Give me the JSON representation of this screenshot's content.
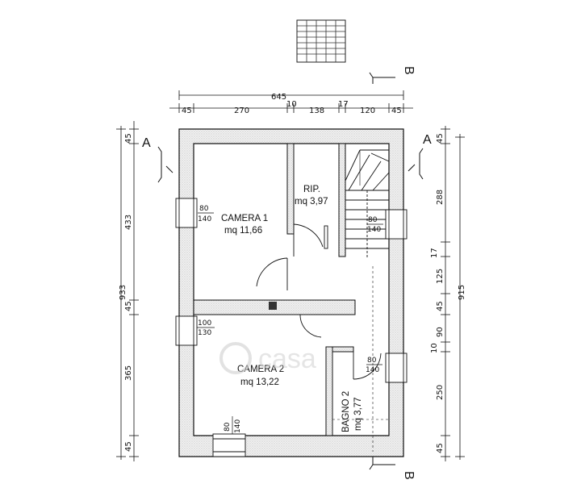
{
  "rooms": {
    "camera1": {
      "name": "CAMERA 1",
      "area": "mq 11,66"
    },
    "rip": {
      "name": "RIP.",
      "area": "mq 3,97"
    },
    "camera2": {
      "name": "CAMERA 2",
      "area": "mq 13,22"
    },
    "bagno2": {
      "name": "BAGNO 2",
      "area": "mq 3,77"
    }
  },
  "top_dimensions": {
    "total": "645",
    "segments": [
      "45",
      "270",
      "10",
      "138",
      "17",
      "120",
      "45"
    ]
  },
  "left_dimensions": {
    "total": "933",
    "segments": [
      "45",
      "433",
      "45",
      "365",
      "45"
    ]
  },
  "right_dimensions": {
    "total": "915",
    "segments": [
      "45",
      "288",
      "17",
      "125",
      "45",
      "90",
      "10",
      "250",
      "45"
    ]
  },
  "windows": {
    "camera1_left": {
      "w": "80",
      "h": "140"
    },
    "stair_right": {
      "w": "80",
      "h": "140"
    },
    "camera2_left": {
      "w": "100",
      "h": "130"
    },
    "bagno_right": {
      "w": "80",
      "h": "140"
    },
    "camera2_bottom": {
      "w": "80",
      "h": "140"
    }
  },
  "section_marks": {
    "a_left": "A",
    "a_right": "A",
    "b_top": "B",
    "b_bottom": "B"
  },
  "watermark": "casa"
}
